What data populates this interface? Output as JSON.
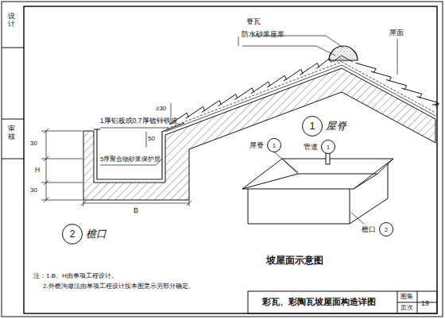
{
  "diagram": {
    "title": "彩瓦、彩陶瓦坡屋面构造详图",
    "nodes": [
      {
        "text": [
          "1",
          "屋脊"
        ]
      },
      {
        "text": [
          "2",
          "檐口"
        ]
      },
      {
        "text": [
          "屋脊",
          "1"
        ]
      },
      {
        "text": [
          "管道",
          "1"
        ]
      },
      {
        "text": [
          "檐口",
          "2"
        ]
      }
    ],
    "labels": [
      "脊瓦",
      "防水砂浆座浆",
      "屋面",
      "1厚铝板或0.7厚镀锌铁皮",
      "5厚聚合物砂浆保护层",
      "≥30",
      "50",
      "30",
      "H",
      "30",
      "B",
      "坡屋面示意图",
      "注：1.B、H由单项工程设计。",
      "2.外檐沟做法由单项工程设计按本图意示另部分确定。",
      "设计",
      "审核",
      "图集",
      "页次",
      "19"
    ]
  }
}
